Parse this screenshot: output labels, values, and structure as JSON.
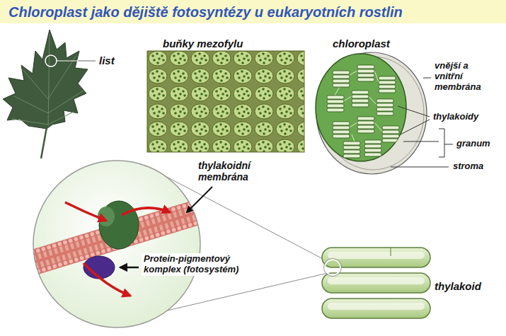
{
  "diagram": {
    "title": "Chloroplast jako dějiště fotosyntézy u eukaryotních rostlin",
    "labels": [
      "list",
      "buňky mezofylu",
      "chloroplast",
      "vnější a vnitřní membrána",
      "thylakoidy",
      "granum",
      "stroma",
      "thylakoidní membrána",
      "Protein-pigmentový komplex (fotosystém)",
      "thylakoid"
    ]
  }
}
